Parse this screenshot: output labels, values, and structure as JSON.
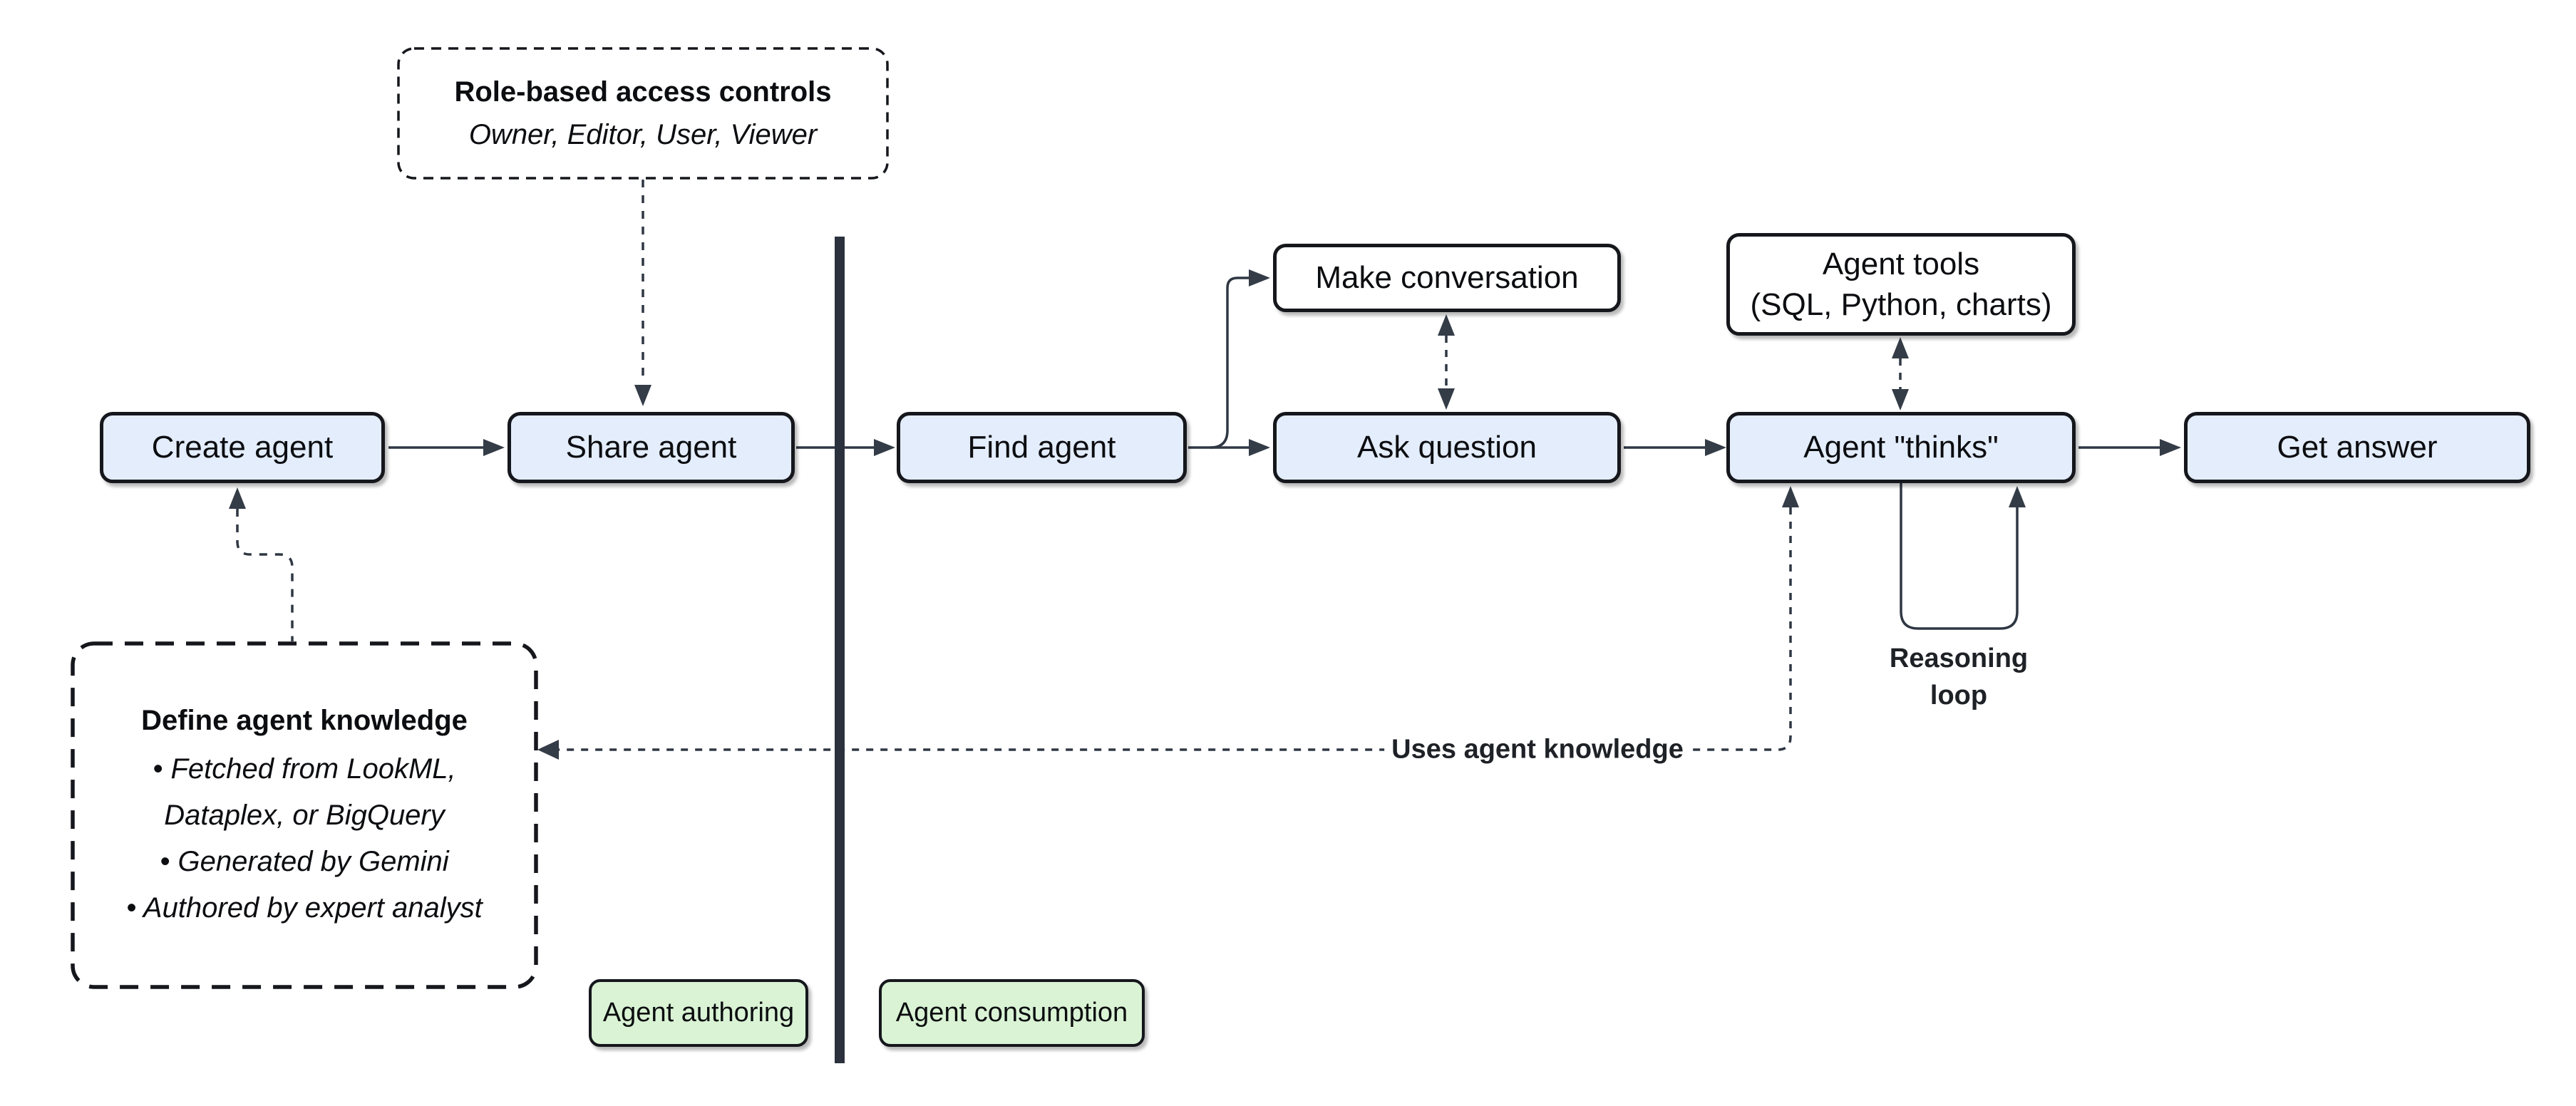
{
  "diagram": {
    "nodes": {
      "create_agent": {
        "label": "Create agent"
      },
      "share_agent": {
        "label": "Share agent"
      },
      "find_agent": {
        "label": "Find agent"
      },
      "make_conversation": {
        "label": "Make conversation"
      },
      "ask_question": {
        "label": "Ask question"
      },
      "agent_tools": {
        "line1": "Agent tools",
        "line2": "(SQL, Python, charts)"
      },
      "agent_thinks": {
        "label": "Agent \"thinks\""
      },
      "get_answer": {
        "label": "Get answer"
      }
    },
    "annotations": {
      "role_access": {
        "title": "Role-based access controls",
        "subtitle": "Owner, Editor, User, Viewer"
      },
      "define_knowledge": {
        "title": "Define agent knowledge",
        "bullets": [
          "• Fetched from LookML, Dataplex, or BigQuery",
          "• Generated by Gemini",
          "• Authored by expert analyst"
        ]
      },
      "reasoning_loop": {
        "line1": "Reasoning",
        "line2": "loop"
      },
      "uses_knowledge": {
        "label": "Uses agent knowledge"
      }
    },
    "zones": {
      "authoring": {
        "label": "Agent authoring"
      },
      "consumption": {
        "label": "Agent consumption"
      }
    },
    "colors": {
      "node_fill": "#e3edfc",
      "tool_fill": "#ffffff",
      "zone_fill": "#d9f3d4",
      "border": "#15171c",
      "stroke": "#2f3743",
      "divider": "#2b323d"
    }
  }
}
